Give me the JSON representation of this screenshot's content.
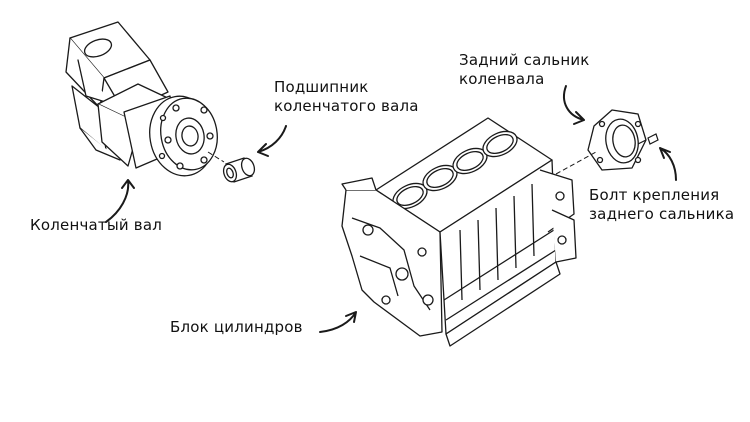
{
  "labels": {
    "bearing": [
      "Подшипник",
      "коленчатого вала"
    ],
    "crankshaft": [
      "Коленчатый вал"
    ],
    "rear_seal": [
      "Задний сальник",
      "коленвала"
    ],
    "cylinder_block": [
      "Блок цилиндров"
    ],
    "seal_bolt": [
      "Болт крепления",
      "заднего сальника"
    ]
  },
  "colors": {
    "line": "#1a1a1a",
    "background": "#ffffff"
  }
}
